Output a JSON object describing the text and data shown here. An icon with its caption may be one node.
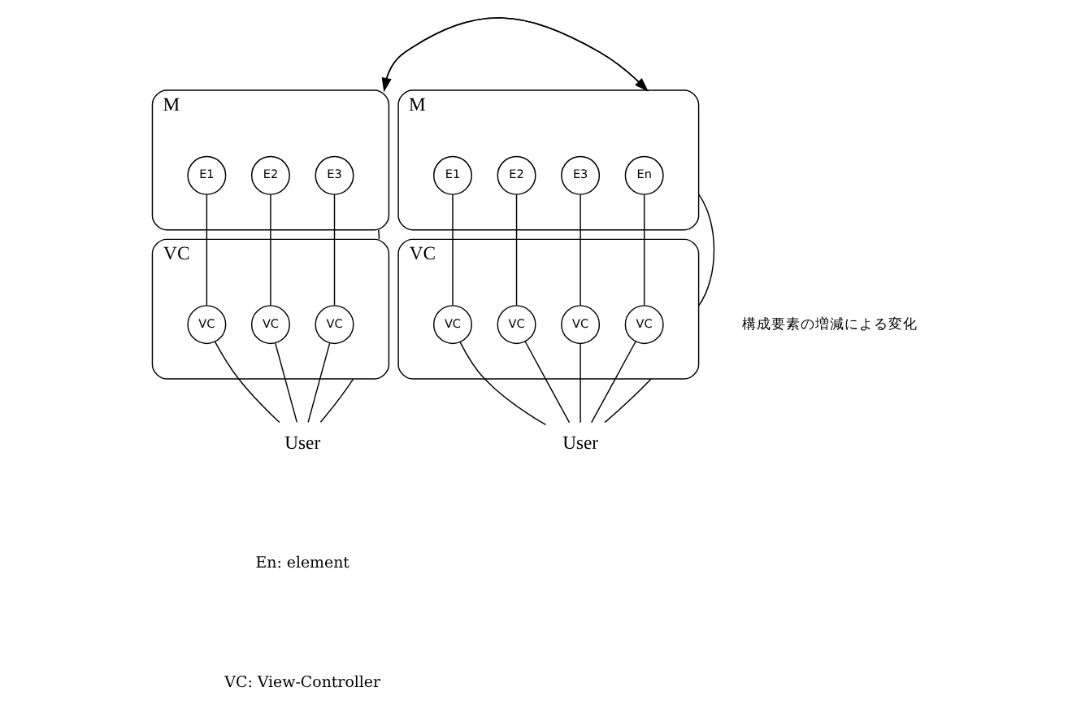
{
  "diagram": {
    "nodes": [
      {
        "text": [
          "M"
        ]
      },
      {
        "text": [
          "E1"
        ],
        "in": 0
      },
      {
        "text": [
          "E2"
        ],
        "in": 0
      },
      {
        "text": [
          "E3"
        ],
        "in": 0
      },
      {
        "text": [
          "VC"
        ]
      },
      {
        "text": [
          "VC"
        ],
        "in": 4
      },
      {
        "text": [
          "VC"
        ],
        "in": 4
      },
      {
        "text": [
          "VC"
        ],
        "in": 4
      },
      {
        "text": [
          "User"
        ]
      },
      {
        "text": [
          "M"
        ]
      },
      {
        "text": [
          "E1"
        ],
        "in": 9
      },
      {
        "text": [
          "E2"
        ],
        "in": 9
      },
      {
        "text": [
          "E3"
        ],
        "in": 9
      },
      {
        "text": [
          "En"
        ],
        "in": 9
      },
      {
        "text": [
          "VC"
        ]
      },
      {
        "text": [
          "VC"
        ],
        "in": 14
      },
      {
        "text": [
          "VC"
        ],
        "in": 14
      },
      {
        "text": [
          "VC"
        ],
        "in": 14
      },
      {
        "text": [
          "VC"
        ],
        "in": 14
      },
      {
        "text": [
          "User"
        ]
      }
    ],
    "edges": [
      {
        "from": 1,
        "to": 5,
        "arrow": "none"
      },
      {
        "from": 2,
        "to": 6,
        "arrow": "none"
      },
      {
        "from": 3,
        "to": 7,
        "arrow": "none"
      },
      {
        "from": 0,
        "to": 4,
        "arrow": "none"
      },
      {
        "from": 5,
        "to": 8,
        "arrow": "none"
      },
      {
        "from": 6,
        "to": 8,
        "arrow": "none"
      },
      {
        "from": 7,
        "to": 8,
        "arrow": "none"
      },
      {
        "from": 4,
        "to": 8,
        "arrow": "none"
      },
      {
        "from": 0,
        "to": 9,
        "arrow": "to"
      },
      {
        "from": 9,
        "to": 0,
        "arrow": "to"
      },
      {
        "from": 10,
        "to": 15,
        "arrow": "none"
      },
      {
        "from": 11,
        "to": 16,
        "arrow": "none"
      },
      {
        "from": 12,
        "to": 17,
        "arrow": "none"
      },
      {
        "from": 13,
        "to": 18,
        "arrow": "none"
      },
      {
        "from": 9,
        "to": 14,
        "arrow": "none"
      },
      {
        "from": 15,
        "to": 19,
        "arrow": "none"
      },
      {
        "from": 16,
        "to": 19,
        "arrow": "none"
      },
      {
        "from": 17,
        "to": 19,
        "arrow": "none"
      },
      {
        "from": 18,
        "to": 19,
        "arrow": "none"
      },
      {
        "from": 14,
        "to": 19,
        "arrow": "none"
      }
    ],
    "labels": [
      "構成要素の増減による変化",
      "En: element",
      "VC: View-Controller"
    ]
  }
}
